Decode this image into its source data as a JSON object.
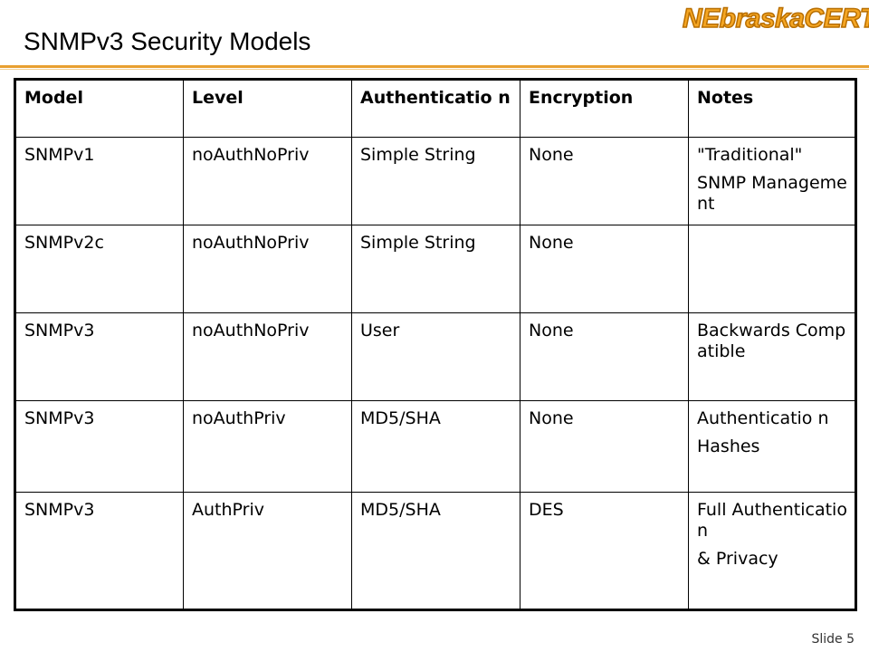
{
  "slide": {
    "title": "SNMPv3 Security Models",
    "logo_text": "NEbraskaCERT",
    "number_label": "Slide 5"
  },
  "table": {
    "headers": [
      "Model",
      "Level",
      "Authenticatio n",
      "Encryption",
      "Notes"
    ],
    "rows": [
      {
        "model": "SNMPv1",
        "level": "noAuthNoPriv",
        "auth": "Simple String",
        "enc": "None",
        "notes": [
          "\"Traditional\"",
          "SNMP Management"
        ]
      },
      {
        "model": "SNMPv2c",
        "level": "noAuthNoPriv",
        "auth": "Simple String",
        "enc": "None",
        "notes": []
      },
      {
        "model": "SNMPv3",
        "level": "noAuthNoPriv",
        "auth": "User",
        "enc": "None",
        "notes": [
          "Backwards Compatible"
        ]
      },
      {
        "model": "SNMPv3",
        "level": "noAuthPriv",
        "auth": "MD5/SHA",
        "enc": "None",
        "notes": [
          "Authenticatio n",
          "Hashes"
        ]
      },
      {
        "model": "SNMPv3",
        "level": "AuthPriv",
        "auth": "MD5/SHA",
        "enc": "DES",
        "notes": [
          "Full Authenticatio n",
          "& Privacy"
        ]
      }
    ]
  },
  "colors": {
    "accent": "#e8a030",
    "logo_fill": "#f5a623"
  }
}
